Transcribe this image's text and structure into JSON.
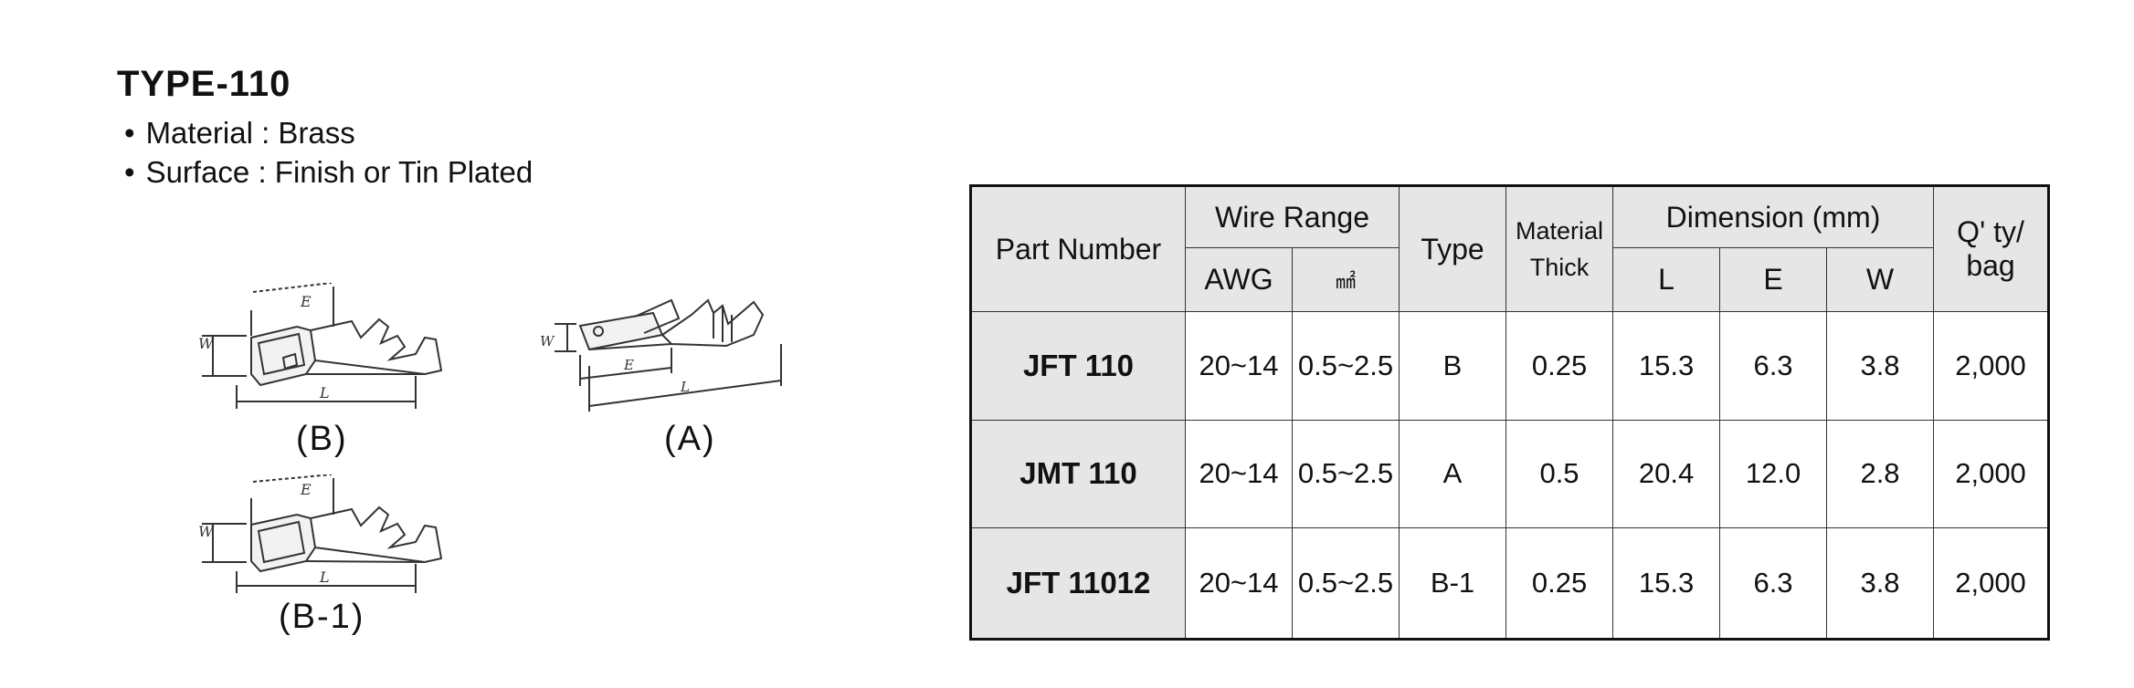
{
  "product": {
    "title": "TYPE-110",
    "specs": [
      "Material : Brass",
      "Surface : Finish or Tin Plated"
    ]
  },
  "figures": {
    "b": {
      "caption": "(B)"
    },
    "a": {
      "caption": "(A)"
    },
    "b1": {
      "caption": "(B-1)"
    },
    "dim_labels": {
      "w": "W",
      "e": "E",
      "l": "L"
    }
  },
  "table": {
    "headers": {
      "part_number": "Part Number",
      "wire_range": "Wire Range",
      "awg": "AWG",
      "mm2": "㎟",
      "type": "Type",
      "material": "Material",
      "thick": "Thick",
      "dimension": "Dimension (mm)",
      "l": "L",
      "e": "E",
      "w": "W",
      "qty": "Q' ty/",
      "bag": "bag"
    },
    "rows": [
      {
        "part": "JFT 110",
        "awg": "20~14",
        "mm2": "0.5~2.5",
        "type": "B",
        "thick": "0.25",
        "l": "15.3",
        "e": "6.3",
        "w": "3.8",
        "qty": "2,000"
      },
      {
        "part": "JMT 110",
        "awg": "20~14",
        "mm2": "0.5~2.5",
        "type": "A",
        "thick": "0.5",
        "l": "20.4",
        "e": "12.0",
        "w": "2.8",
        "qty": "2,000"
      },
      {
        "part": "JFT 11012",
        "awg": "20~14",
        "mm2": "0.5~2.5",
        "type": "B-1",
        "thick": "0.25",
        "l": "15.3",
        "e": "6.3",
        "w": "3.8",
        "qty": "2,000"
      }
    ]
  }
}
